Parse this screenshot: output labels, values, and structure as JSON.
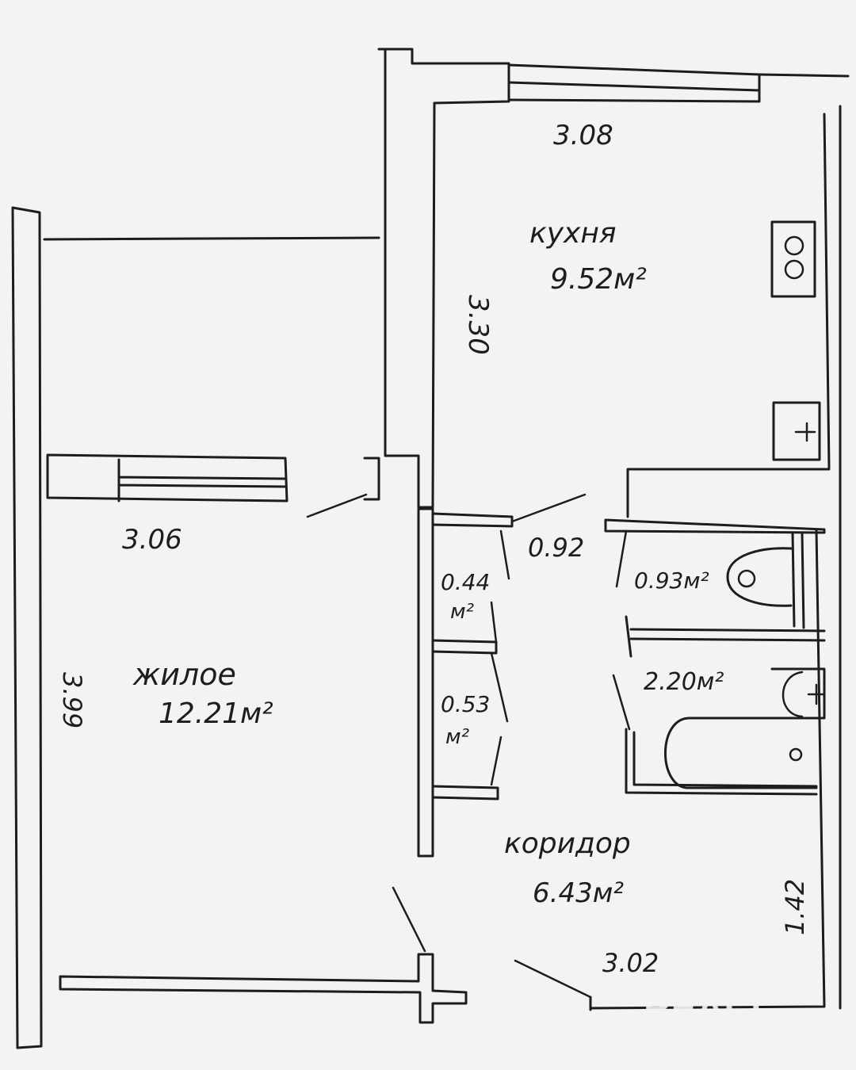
{
  "rooms": {
    "kitchen": {
      "name": "кухня",
      "area": "9.52м²"
    },
    "living": {
      "name": "жилое",
      "area": "12.21м²"
    },
    "corridor": {
      "name": "коридор",
      "area": "6.43м²"
    },
    "closet_upper": {
      "area_line1": "0.44",
      "area_line2": "м²"
    },
    "closet_lower": {
      "area_line1": "0.53",
      "area_line2": "м²"
    },
    "toilet": {
      "area": "0.93м²"
    },
    "bathroom": {
      "area": "2.20м²"
    }
  },
  "dimensions": {
    "kitchen_width": "3.08",
    "kitchen_length": "3.30",
    "living_width": "3.06",
    "living_length": "3.99",
    "corridor_width": "3.02",
    "corridor_length": "1.42",
    "doorway_width": "0.92"
  },
  "watermark": "REALT",
  "colors": {
    "paper": "#f3f3f1",
    "ink": "#1d1d1d",
    "background": "#d9d9d7"
  }
}
